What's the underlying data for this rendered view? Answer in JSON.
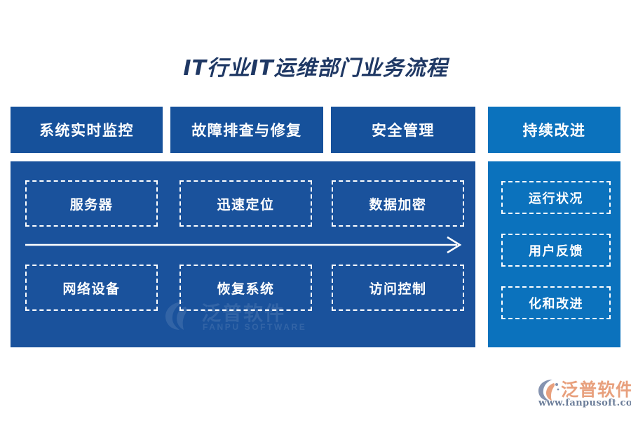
{
  "title": "IT行业IT运维部门业务流程",
  "title_color": "#1f3864",
  "colors": {
    "primary_dark_blue": "#16519b",
    "panel_blue": "#1a529c",
    "accent_blue": "#0b72bd",
    "text_white": "#ffffff",
    "background": "#ffffff"
  },
  "columns": [
    {
      "header": "系统实时监控",
      "tone": "dark"
    },
    {
      "header": "故障排查与修复",
      "tone": "dark"
    },
    {
      "header": "安全管理",
      "tone": "dark"
    },
    {
      "header": "持续改进",
      "tone": "light"
    }
  ],
  "left_grid": {
    "row_top": [
      "服务器",
      "迅速定位",
      "数据加密"
    ],
    "row_bottom": [
      "网络设备",
      "恢复系统",
      "访问控制"
    ],
    "arrow": {
      "name": "rightward-flow-arrow",
      "direction": "right",
      "color": "#ffffff"
    }
  },
  "right_column": {
    "items": [
      "运行状况",
      "用户反馈",
      "化和改进"
    ]
  },
  "watermark": {
    "cn": "泛普软件",
    "en": "FANPU SOFTWARE"
  },
  "brand_logo": {
    "cn": "泛普软件",
    "url": "www.fanpusoft.com",
    "mark_color_outer": "#8593b0",
    "mark_color_inner": "#e8a07d"
  }
}
